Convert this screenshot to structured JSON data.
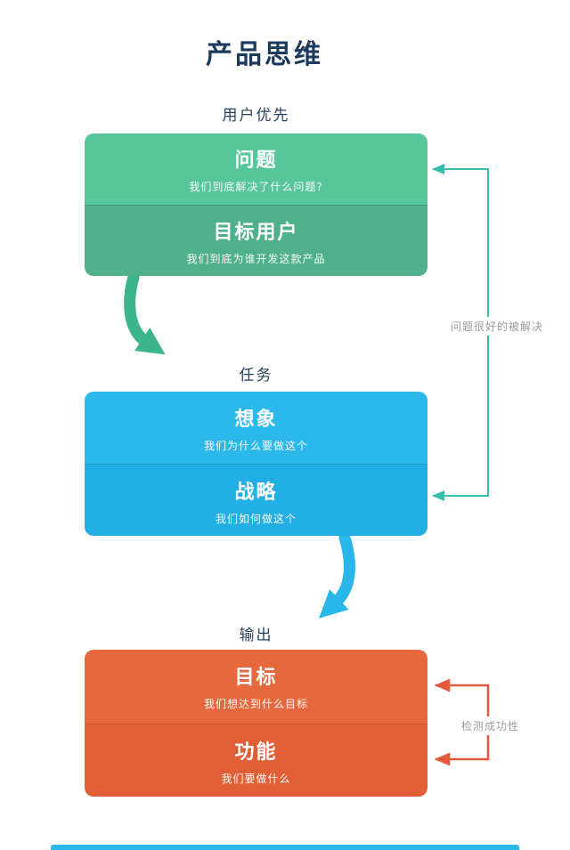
{
  "title": "产品思维",
  "sections": [
    {
      "label": "用户优先",
      "blocks": [
        {
          "heading": "问题",
          "subtitle": "我们到底解决了什么问题?"
        },
        {
          "heading": "目标用户",
          "subtitle": "我们到底为谁开发这款产品"
        }
      ]
    },
    {
      "label": "任务",
      "blocks": [
        {
          "heading": "想象",
          "subtitle": "我们为什么要做这个"
        },
        {
          "heading": "战略",
          "subtitle": "我们如何做这个"
        }
      ]
    },
    {
      "label": "输出",
      "blocks": [
        {
          "heading": "目标",
          "subtitle": "我们想达到什么目标"
        },
        {
          "heading": "功能",
          "subtitle": "我们要做什么"
        }
      ]
    }
  ],
  "annotations": {
    "feedback": "问题很好的被解决",
    "success": "检测成功性"
  },
  "colors": {
    "title_text": "#1c3a5c",
    "section_label_text": "#27425f",
    "green_top": "#58c69b",
    "green_bottom": "#4fb18c",
    "green_arrow": "#3cb48c",
    "blue_top": "#2bb8ea",
    "blue_bottom": "#22afe3",
    "blue_arrow": "#29b6e8",
    "orange_top": "#e6683e",
    "orange_bottom": "#e05f36",
    "teal_connector": "#35bfab",
    "orange_connector": "#e2593b",
    "annotation_text": "#9b9b9b"
  }
}
